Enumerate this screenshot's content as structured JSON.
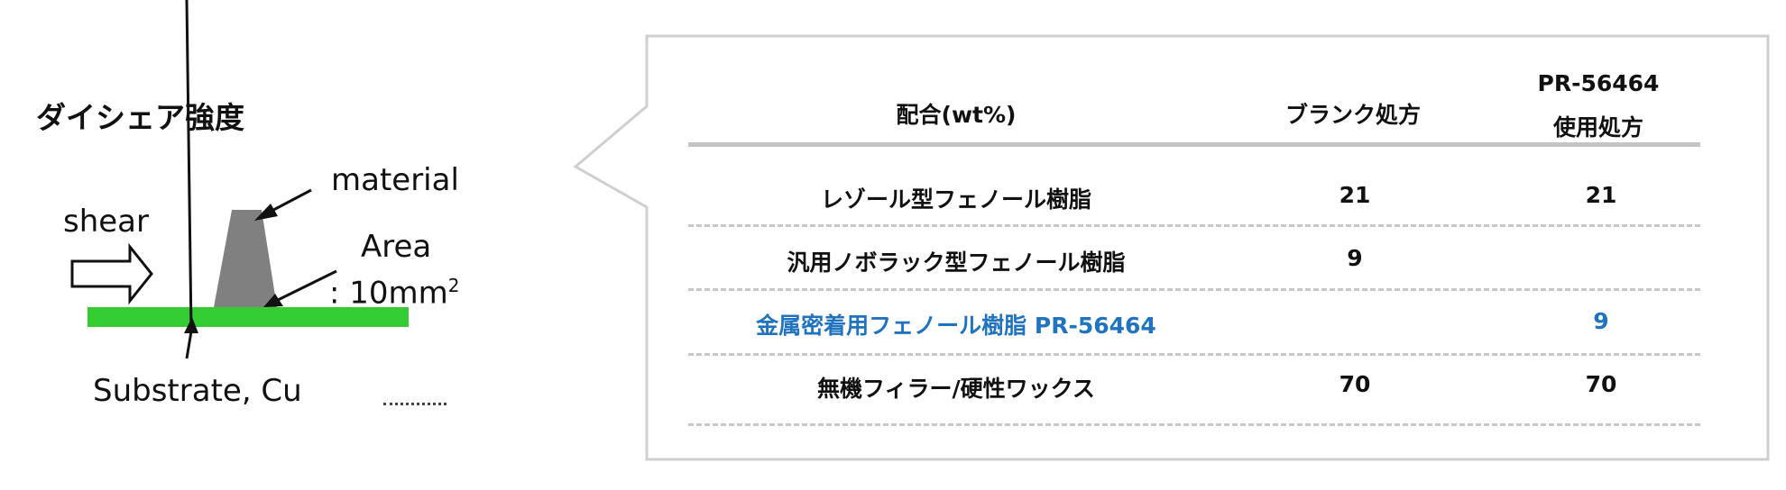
{
  "title": "ダイシェア強度",
  "diagram": {
    "shear_label": "shear",
    "material_label": "material",
    "area_label": "Area",
    "area_value": ": 10mm",
    "area_superscript": "2",
    "substrate_label": "Substrate, Cu",
    "colors": {
      "substrate": "#33cc33",
      "material": "#808080"
    }
  },
  "table": {
    "headers": {
      "composition": "配合(wt%)",
      "blank": "ブランク処方",
      "pr_line1": "PR-56464",
      "pr_line2": "使用処方"
    },
    "rows": [
      {
        "name": "レゾール型フェノール樹脂",
        "blank": "21",
        "pr": "21",
        "highlight": false
      },
      {
        "name": "汎用ノボラック型フェノール樹脂",
        "blank": "9",
        "pr": "",
        "highlight": false
      },
      {
        "name": "金属密着用フェノール樹脂 PR-56464",
        "blank": "",
        "pr": "9",
        "highlight": true
      },
      {
        "name": "無機フィラー/硬性ワックス",
        "blank": "70",
        "pr": "70",
        "highlight": false
      }
    ],
    "colors": {
      "highlight": "#1f73bf",
      "border": "#c8c8c8"
    }
  }
}
